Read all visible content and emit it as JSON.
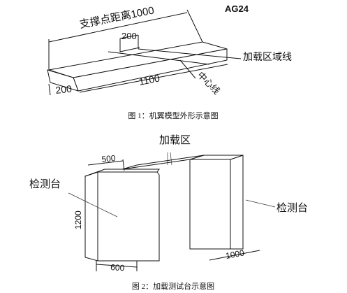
{
  "figure1": {
    "dim_span": "支撑点距离1000",
    "model_name": "AG24",
    "dim_200_top": "200",
    "dim_1100": "1100",
    "dim_200_left": "200",
    "load_zone_line": "加载区域线",
    "center_line": "中心线",
    "caption": "图 1：机翼模型外形示意图"
  },
  "figure2": {
    "load_zone": "加载区",
    "dim_500": "500",
    "dim_1200": "1200",
    "dim_600": "600",
    "dim_1000": "1000",
    "bench_left": "检测台",
    "bench_right": "检测台",
    "caption": "图 2：加载测试台示意图"
  }
}
